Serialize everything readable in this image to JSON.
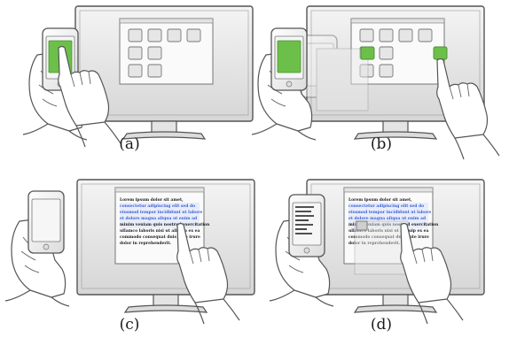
{
  "panels": [
    {
      "id": "a",
      "caption": "(a)"
    },
    {
      "id": "b",
      "caption": "(b)"
    },
    {
      "id": "c",
      "caption": "(c)"
    },
    {
      "id": "d",
      "caption": "(d)"
    }
  ],
  "document_text": {
    "heading": "Lorem ipsum dolor sit amet,",
    "lines": [
      "consectetur adipiscing elit sed do",
      "eiusmod tempor incididunt ut labore",
      "et dolore magna aliqua ut enim ad",
      "minim veniam quis nostrud exercitation",
      "ullamco laboris nisi ut aliquip ex ea",
      "commodo consequat duis aute irure",
      "dolor in reprehenderit."
    ]
  },
  "colors": {
    "accent_green": "#6cc04a",
    "highlight_blue": "#3d5fd0",
    "outline": "#4a4a4a",
    "monitor_fill": "#ececec",
    "window_fill": "#fafafa"
  }
}
